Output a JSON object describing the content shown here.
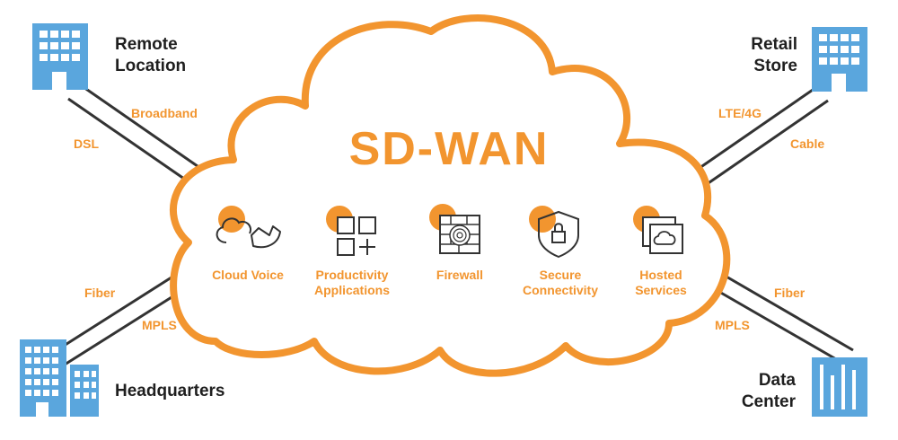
{
  "title": "SD-WAN",
  "colors": {
    "accent": "#f2952f",
    "building": "#5aa6dd",
    "building_dark": "#2f7fc0",
    "text": "#1f1f1f"
  },
  "sites": {
    "remote": {
      "lines": [
        "Remote",
        "Location"
      ]
    },
    "retail": {
      "lines": [
        "Retail",
        "Store"
      ]
    },
    "hq": {
      "lines": [
        "Headquarters"
      ]
    },
    "datacenter": {
      "lines": [
        "Data",
        "Center"
      ]
    }
  },
  "links": {
    "remote_broadband": "Broadband",
    "remote_dsl": "DSL",
    "retail_lte": "LTE/4G",
    "retail_cable": "Cable",
    "hq_fiber": "Fiber",
    "hq_mpls": "MPLS",
    "dc_fiber": "Fiber",
    "dc_mpls": "MPLS"
  },
  "services": [
    {
      "icon": "cloud-voice-icon",
      "lines": [
        "Cloud Voice"
      ]
    },
    {
      "icon": "productivity-apps-icon",
      "lines": [
        "Productivity",
        "Applications"
      ]
    },
    {
      "icon": "firewall-icon",
      "lines": [
        "Firewall"
      ]
    },
    {
      "icon": "secure-connectivity-icon",
      "lines": [
        "Secure",
        "Connectivity"
      ]
    },
    {
      "icon": "hosted-services-icon",
      "lines": [
        "Hosted",
        "Services"
      ]
    }
  ]
}
